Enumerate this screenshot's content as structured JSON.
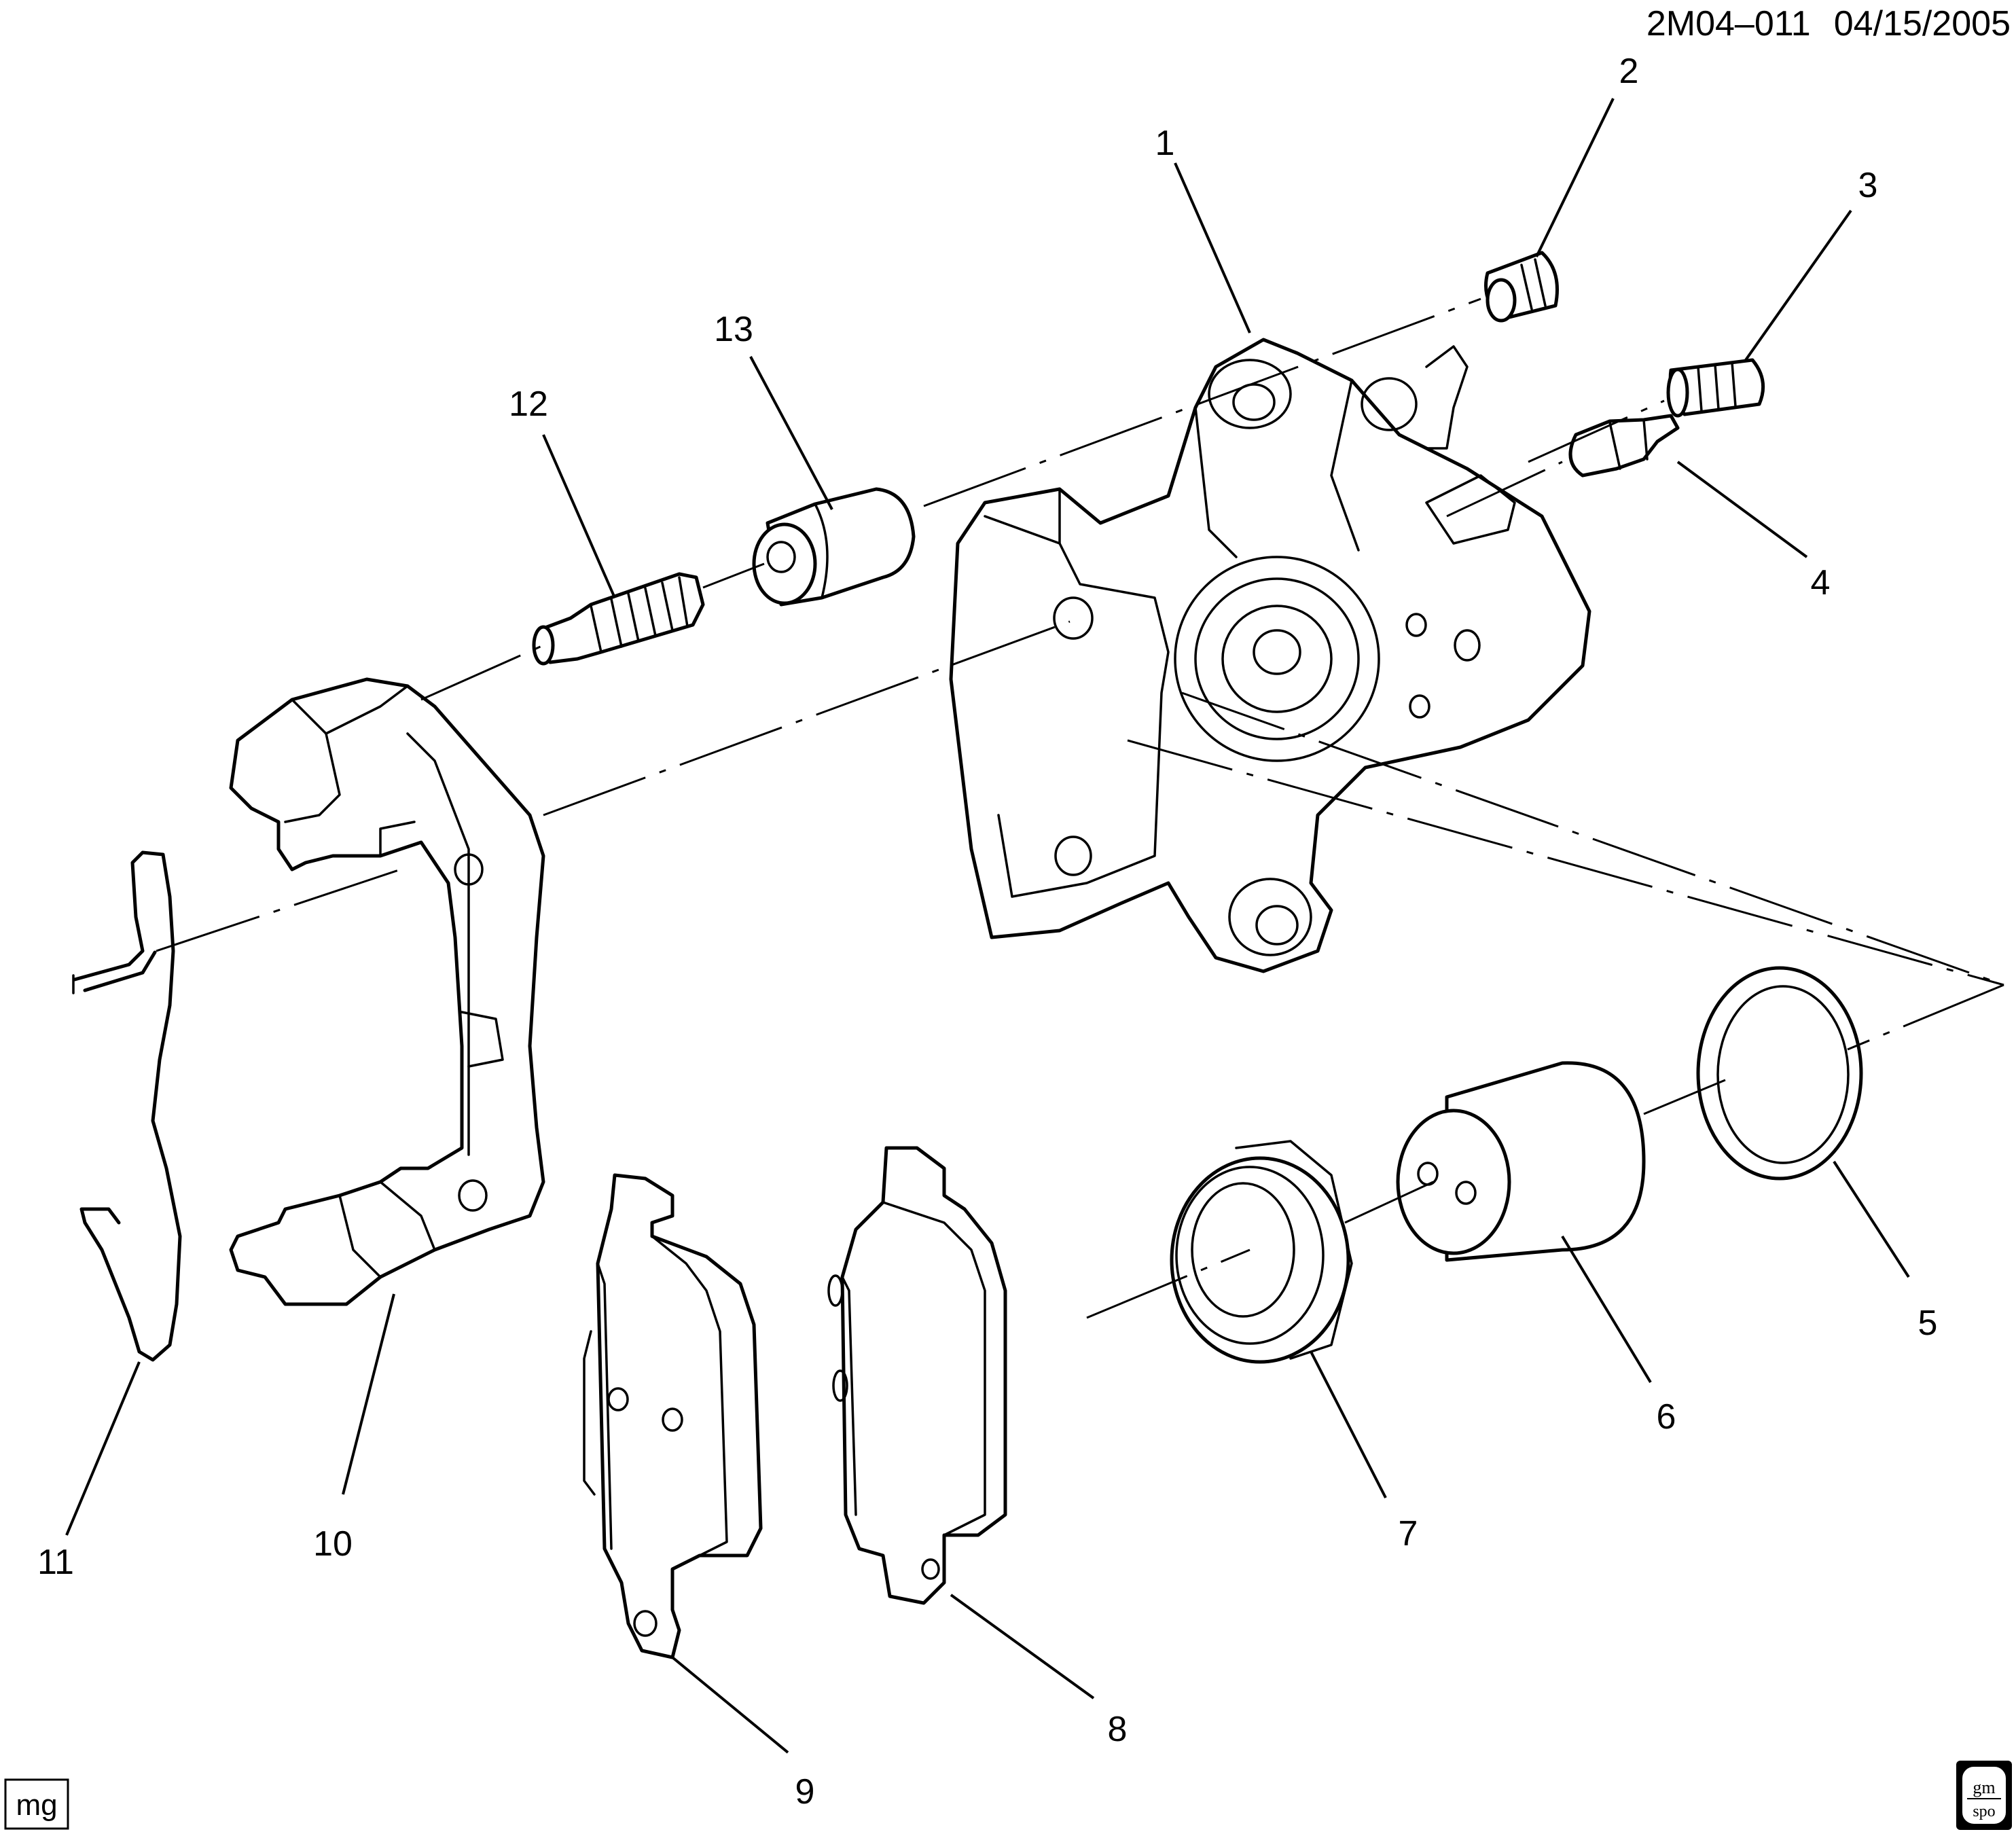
{
  "header": {
    "diagram_code": "2M04–011",
    "date": "04/15/2005"
  },
  "callouts": {
    "c1": "1",
    "c2": "2",
    "c3": "3",
    "c4": "4",
    "c5": "5",
    "c6": "6",
    "c7": "7",
    "c8": "8",
    "c9": "9",
    "c10": "10",
    "c11": "11",
    "c12": "12",
    "c13": "13"
  },
  "footer": {
    "corner_tag": "mg",
    "logo_text_top": "gm",
    "logo_text_bottom": "spo"
  },
  "colors": {
    "ink": "#000000",
    "paper": "#ffffff"
  }
}
